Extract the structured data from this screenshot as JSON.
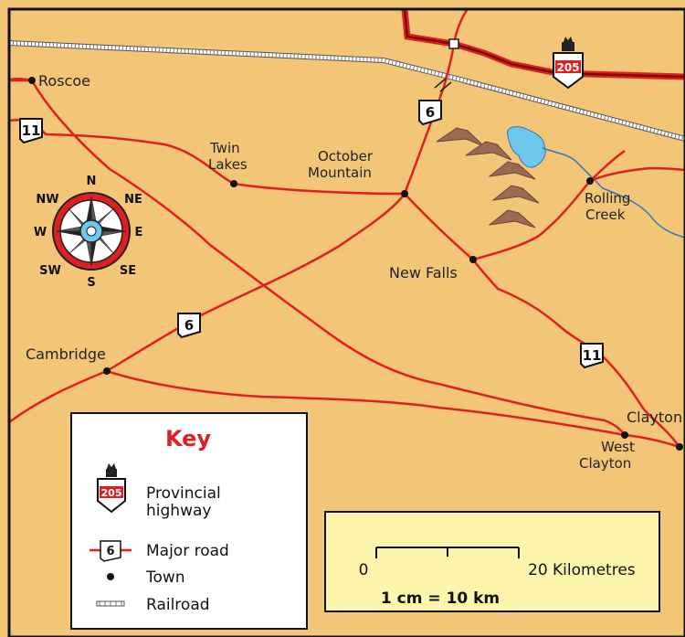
{
  "colors": {
    "land": "#f2c577",
    "road": "#e02020",
    "highway": "#e02020",
    "water": "#6ec8ee",
    "key_bg": "#ffffff",
    "scale_bg": "#fdf5ac",
    "key_title": "#e02020"
  },
  "towns": [
    {
      "name": "Roscoe"
    },
    {
      "name_lines": [
        "Twin",
        "Lakes"
      ]
    },
    {
      "name_lines": [
        "October",
        "Mountain"
      ]
    },
    {
      "name_lines": [
        "Rolling",
        "Creek"
      ]
    },
    {
      "name": "New Falls"
    },
    {
      "name": "Cambridge"
    },
    {
      "name": "Clayton"
    },
    {
      "name_lines": [
        "West",
        "Clayton"
      ]
    }
  ],
  "route_shields": {
    "highway": "205",
    "road_6": "6",
    "road_11": "11"
  },
  "compass": {
    "n": "N",
    "ne": "NE",
    "e": "E",
    "se": "SE",
    "s": "S",
    "sw": "SW",
    "w": "W",
    "nw": "NW"
  },
  "key": {
    "title": "Key",
    "items": [
      {
        "icon": "provincial-highway-shield-icon",
        "shield_text": "205",
        "label_lines": [
          "Provincial",
          "highway"
        ]
      },
      {
        "icon": "major-road-shield-icon",
        "shield_text": "6",
        "label": "Major road"
      },
      {
        "icon": "town-dot-icon",
        "label": "Town"
      },
      {
        "icon": "railroad-icon",
        "label": "Railroad"
      }
    ]
  },
  "scale": {
    "start_label": "0",
    "end_label": "20 Kilometres",
    "ratio": "1 cm = 10 km"
  }
}
